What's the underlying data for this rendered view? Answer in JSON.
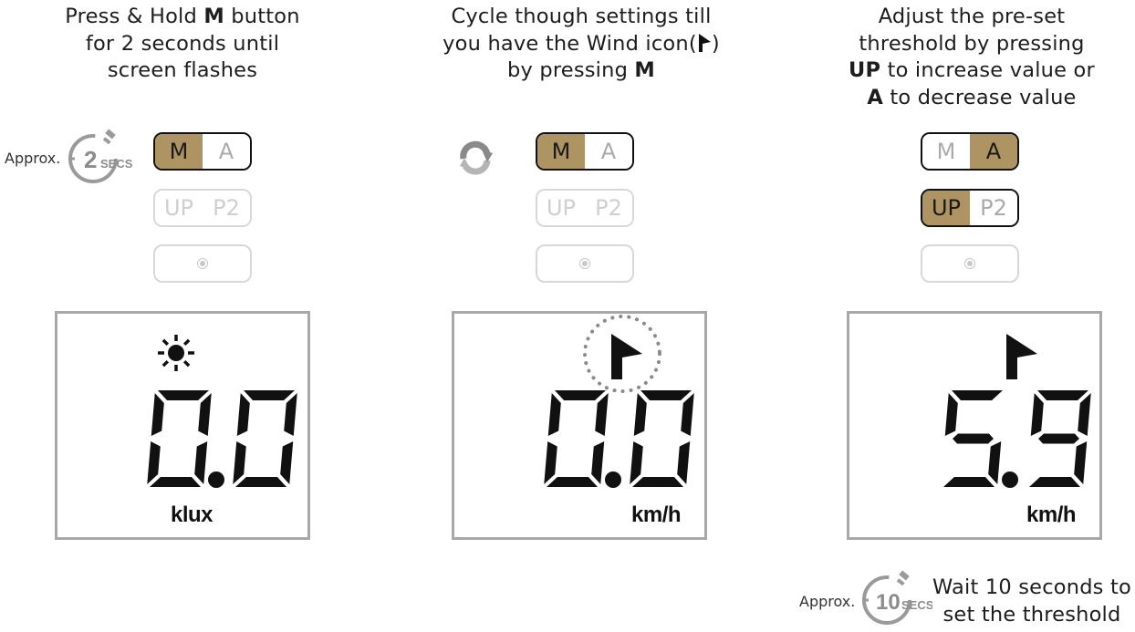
{
  "steps": [
    {
      "caption_lines": [
        [
          {
            "t": "Press & Hold "
          },
          {
            "t": "M",
            "b": true
          },
          {
            "t": " button"
          }
        ],
        [
          {
            "t": "for 2 seconds until"
          }
        ],
        [
          {
            "t": "screen flashes"
          }
        ]
      ],
      "approx_label": "Approx.",
      "timer_value": "2",
      "timer_unit": "SECS",
      "buttons": {
        "m": "M",
        "a": "A",
        "up": "UP",
        "p2": "P2"
      },
      "display_value": "0.0",
      "display_unit": "klux",
      "display_icon": "sun-icon"
    },
    {
      "caption_lines": [
        [
          {
            "t": "Cycle though settings till"
          }
        ],
        [
          {
            "t": "you have the Wind icon("
          },
          {
            "t": "wind-flag-icon",
            "icon": true
          },
          {
            "t": ")"
          }
        ],
        [
          {
            "t": "by pressing "
          },
          {
            "t": "M",
            "b": true
          }
        ]
      ],
      "cycle_icon": "cycle-arrow-icon",
      "buttons": {
        "m": "M",
        "a": "A",
        "up": "UP",
        "p2": "P2"
      },
      "display_value": "0.0",
      "display_unit": "km/h",
      "display_icon": "wind-flag-icon"
    },
    {
      "caption_lines": [
        [
          {
            "t": "Adjust the pre-set"
          }
        ],
        [
          {
            "t": "threshold by pressing"
          }
        ],
        [
          {
            "t": "UP",
            "b": true
          },
          {
            "t": " to increase value or"
          }
        ],
        [
          {
            "t": "A",
            "b": true
          },
          {
            "t": " to decrease value"
          }
        ]
      ],
      "buttons": {
        "m": "M",
        "a": "A",
        "up": "UP",
        "p2": "P2"
      },
      "display_value": "5.9",
      "display_unit": "km/h",
      "display_icon": "wind-flag-icon"
    }
  ],
  "footer": {
    "approx_label": "Approx.",
    "timer_value": "10",
    "timer_unit": "SECS",
    "lines": [
      "Wait 10 seconds to",
      "set the threshold"
    ]
  },
  "colors": {
    "accent": "#ad9462",
    "lcd_border": "#a8a8a8",
    "inactive": "#d8d8d8"
  }
}
